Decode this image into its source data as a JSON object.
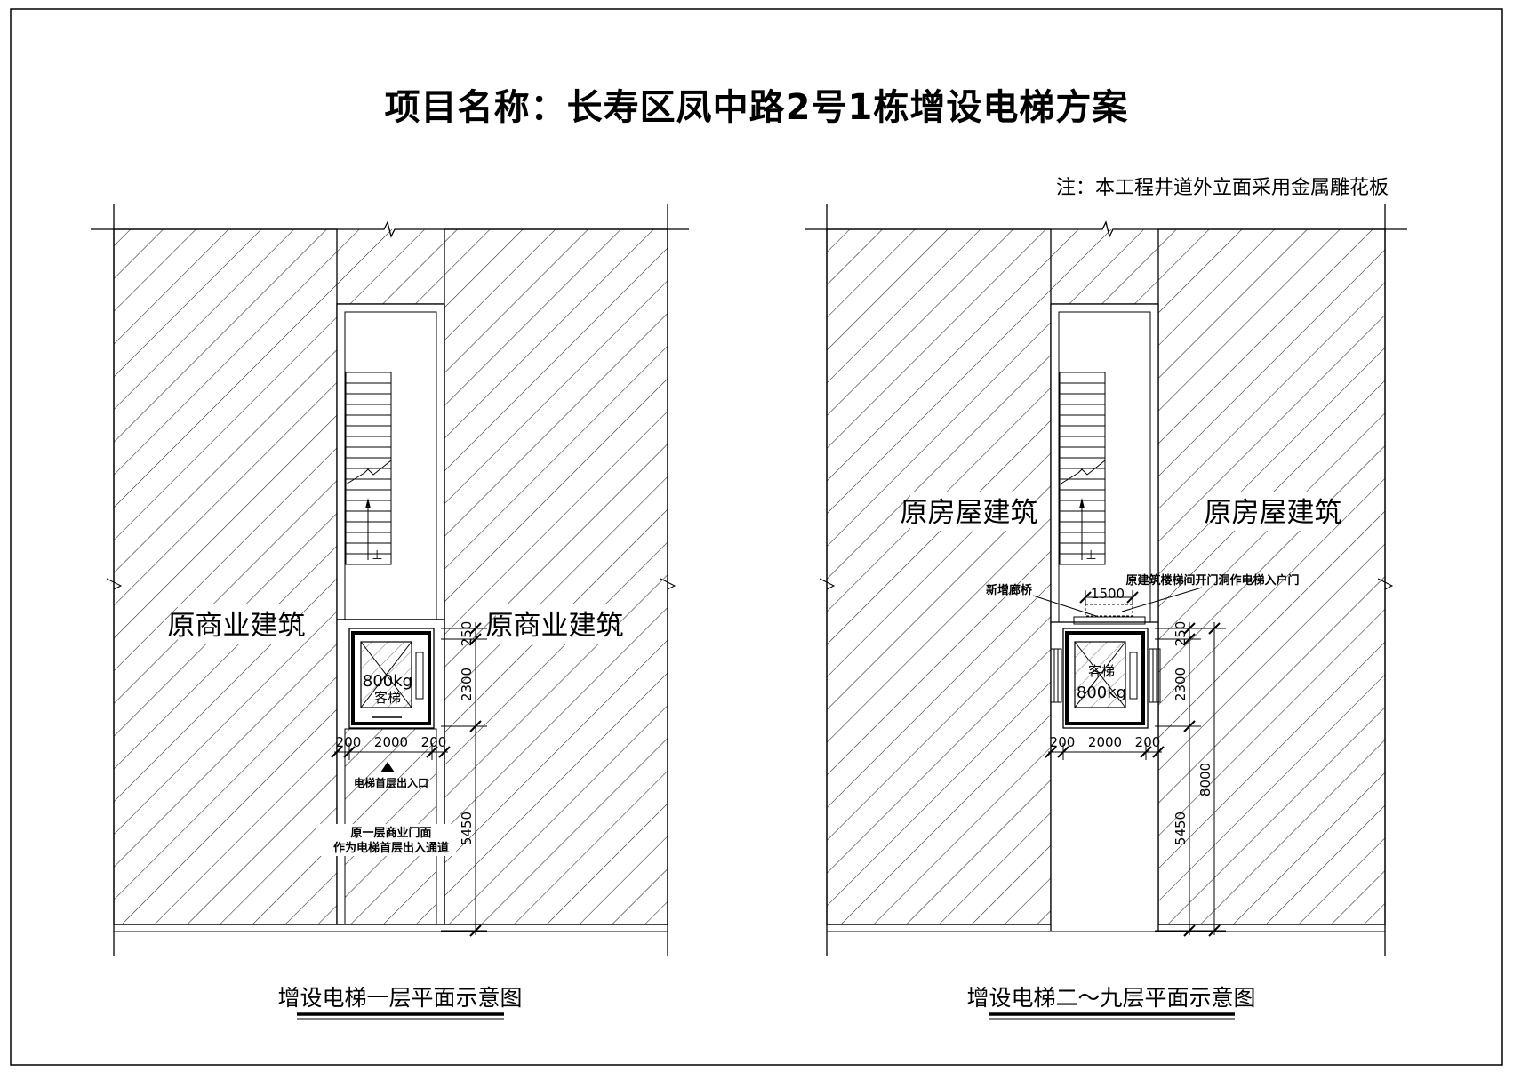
{
  "title": "项目名称：长寿区凤中路2号1栋增设电梯方案",
  "note": "注：本工程井道外立面采用金属雕花板",
  "left_plan": {
    "caption": "增设电梯一层平面示意图",
    "building_left": "原商业建筑",
    "building_right": "原商业建筑",
    "elevator_capacity": "800kg",
    "elevator_type": "客梯",
    "stair_label": "上",
    "entrance_label": "电梯首层出入口",
    "passage_line1": "原一层商业门面",
    "passage_line2": "作为电梯首层出入通道",
    "dims": {
      "d250": "250",
      "d2300": "2300",
      "d5450": "5450",
      "d200a": "200",
      "d2000": "2000",
      "d200b": "200"
    }
  },
  "right_plan": {
    "caption": "增设电梯二～九层平面示意图",
    "building_left": "原房屋建筑",
    "building_right": "原房屋建筑",
    "elevator_type": "客梯",
    "elevator_capacity": "800kg",
    "stair_label": "上",
    "bridge_label": "新增廊桥",
    "door_label": "原建筑楼梯间开门洞作电梯入户门",
    "dims": {
      "d1500": "1500",
      "d250": "250",
      "d2300": "2300",
      "d5450": "5450",
      "d8000": "8000",
      "d200a": "200",
      "d2000": "2000",
      "d200b": "200"
    }
  }
}
